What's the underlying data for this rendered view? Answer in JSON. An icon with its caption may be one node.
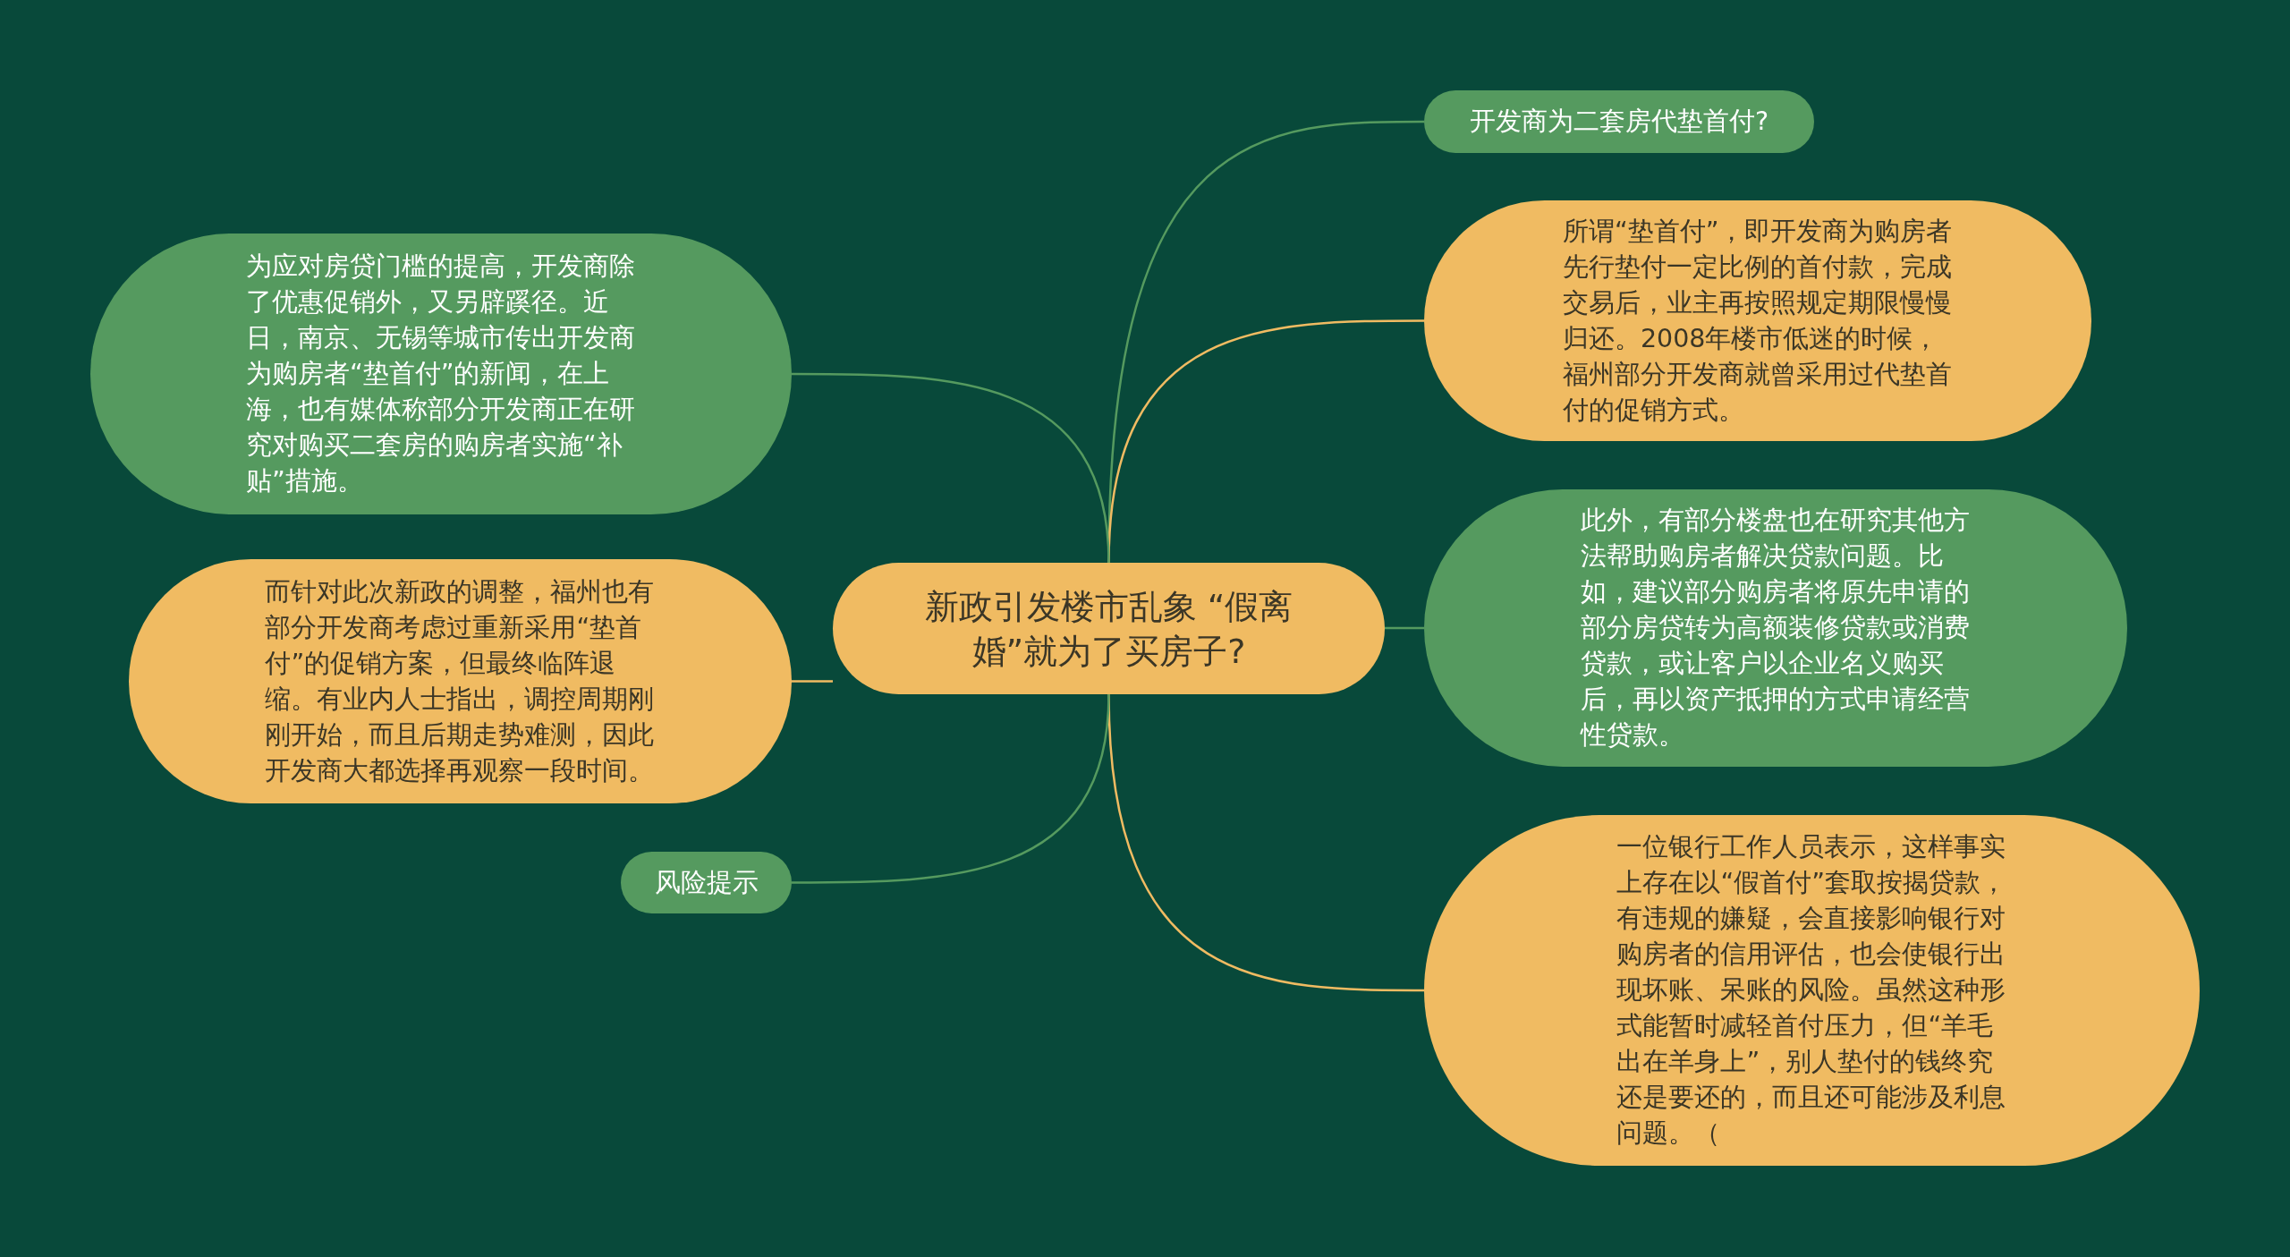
{
  "diagram": {
    "nodes": [
      {
        "text": [
          "新政引发楼市乱象 “假离婚”就为了买房子?"
        ]
      },
      {
        "text": [
          "开发商为二套房代垫首付?"
        ]
      },
      {
        "text": [
          "所谓“垫首付”，即开发商为购房者先行垫付一定比例的首付款，完成交易后，业主再按照规定期限慢慢归还。2008年楼市低迷的时候，福州部分开发商就曾采用过代垫首付的促销方式。"
        ]
      },
      {
        "text": [
          "此外，有部分楼盘也在研究其他方法帮助购房者解决贷款问题。比如，建议部分购房者将原先申请的部分房贷转为高额装修贷款或消费贷款，或让客户以企业名义购买后，再以资产抵押的方式申请经营性贷款。"
        ]
      },
      {
        "text": [
          "一位银行工作人员表示，这样事实上存在以“假首付”套取按揭贷款，有违规的嫌疑，会直接影响银行对购房者的信用评估，也会使银行出现坏账、呆账的风险。虽然这种形式能暂时减轻首付压力，但“羊毛出在羊身上”，别人垫付的钱终究还是要还的，而且还可能涉及利息问题。（"
        ]
      },
      {
        "text": [
          "为应对房贷门槛的提高，开发商除了优惠促销外，又另辟蹊径。近日，南京、无锡等城市传出开发商为购房者“垫首付”的新闻，在上海，也有媒体称部分开发商正在研究对购买二套房的购房者实施“补贴”措施。"
        ]
      },
      {
        "text": [
          "而针对此次新政的调整，福州也有部分开发商考虑过重新采用“垫首付”的促销方案，但最终临阵退缩。有业内人士指出，调控周期刚刚开始，而且后期走势难测，因此开发商大都选择再观察一段时间。"
        ]
      },
      {
        "text": [
          "风险提示"
        ]
      }
    ],
    "edges": [
      {
        "from": 0,
        "to": 1,
        "arrow": "none"
      },
      {
        "from": 0,
        "to": 2,
        "arrow": "none",
        "color": "#f0bb62"
      },
      {
        "from": 0,
        "to": 3,
        "arrow": "none"
      },
      {
        "from": 0,
        "to": 4,
        "arrow": "none",
        "color": "#f0bb62"
      },
      {
        "from": 0,
        "to": 5,
        "arrow": "none"
      },
      {
        "from": 0,
        "to": 6,
        "arrow": "none",
        "color": "#f0bb62"
      },
      {
        "from": 0,
        "to": 7,
        "arrow": "none"
      }
    ]
  }
}
